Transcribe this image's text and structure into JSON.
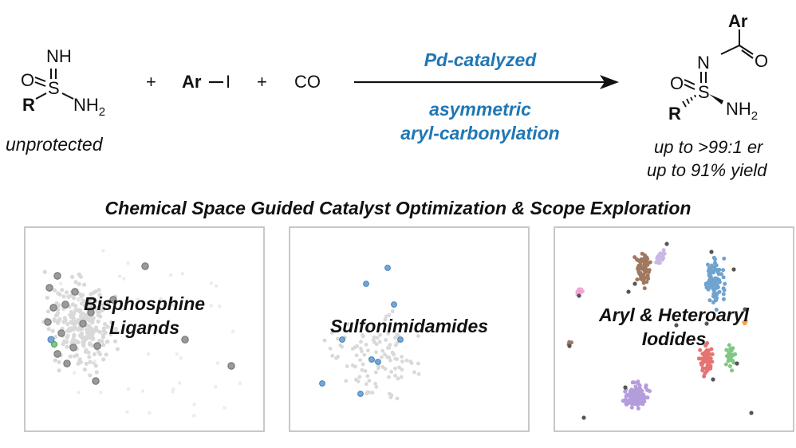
{
  "reactants": {
    "sulfonimidamide": {
      "nh": "NH",
      "o": "O",
      "s": "S",
      "r": "R",
      "nh2_main": "NH",
      "nh2_sub": "2",
      "caption": "unprotected"
    },
    "plus1": "+",
    "aryl_iodide": {
      "ar": "Ar",
      "i": "I"
    },
    "plus2": "+",
    "co": "CO"
  },
  "conditions": {
    "line1": "Pd-catalyzed",
    "line2": "asymmetric",
    "line3": "aryl-carbonylation"
  },
  "product": {
    "ar": "Ar",
    "n": "N",
    "o_carbonyl": "O",
    "o_s": "O",
    "s": "S",
    "r": "R",
    "nh2_main": "NH",
    "nh2_sub": "2",
    "er": "up to >99:1 er",
    "yield": "up to 91% yield"
  },
  "section_title": "Chemical Space Guided Catalyst Optimization & Scope Exploration",
  "panels": [
    {
      "label_line1": "Bisphosphine",
      "label_line2": "Ligands"
    },
    {
      "label_line1": "Sulfonimidamides"
    },
    {
      "label_line1": "Aryl & Heteroaryl",
      "label_line2": "Iodides"
    }
  ],
  "colors": {
    "accent_blue": "#1f77b4",
    "point_gray": "#d9d9d9",
    "highlight_gray": "#9a9a9a",
    "highlight_blue": "#6fa8dc",
    "cluster_brown": "#a0785f",
    "cluster_blue": "#6fa3cf",
    "cluster_purple": "#b39ddb",
    "cluster_red": "#e57373",
    "cluster_green": "#81c784",
    "cluster_pink": "#f3a6d6",
    "cluster_orange": "#f5a742",
    "cluster_lavender": "#c9b8e6",
    "border": "#c8c8c8"
  }
}
